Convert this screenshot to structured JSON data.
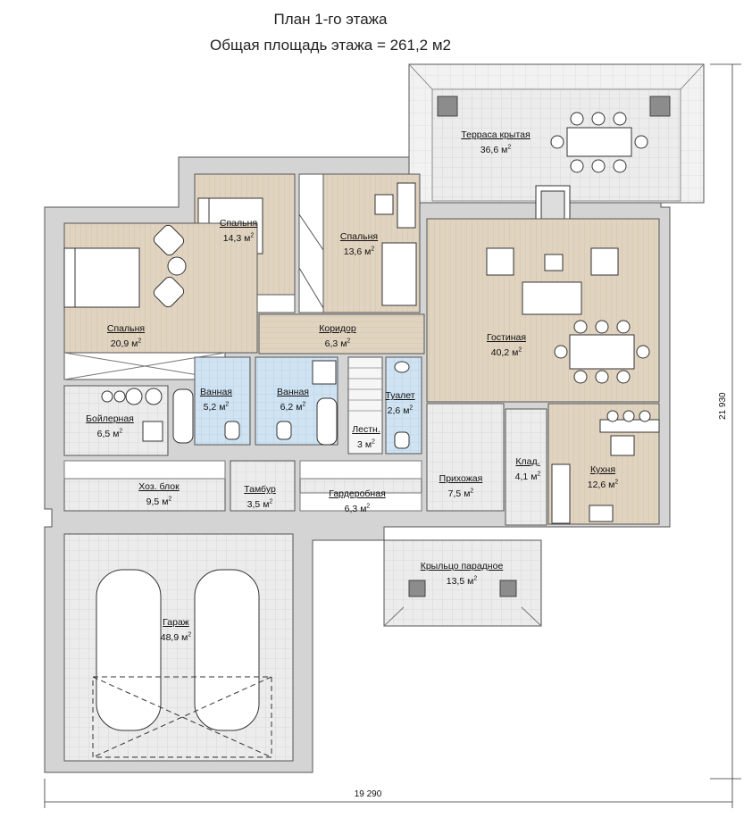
{
  "title": "План 1-го этажа",
  "subtitle": "Общая площадь этажа = 261,2 м2",
  "dimensions": {
    "width": "19 290",
    "height": "21 930"
  },
  "area_unit_base": "м",
  "area_unit_exp": "2",
  "rooms": [
    {
      "id": "terrace",
      "name": "Терраса крытая",
      "area": "36,6"
    },
    {
      "id": "bedroom1",
      "name": "Спальня",
      "area": "14,3"
    },
    {
      "id": "bedroom2",
      "name": "Спальня",
      "area": "13,6"
    },
    {
      "id": "bedroom3",
      "name": "Спальня",
      "area": "20,9"
    },
    {
      "id": "corridor",
      "name": "Коридор",
      "area": "6,3"
    },
    {
      "id": "living",
      "name": "Гостиная",
      "area": "40,2"
    },
    {
      "id": "bath1",
      "name": "Ванная",
      "area": "5,2"
    },
    {
      "id": "bath2",
      "name": "Ванная",
      "area": "6,2"
    },
    {
      "id": "toilet",
      "name": "Туалет",
      "area": "2,6"
    },
    {
      "id": "stairs",
      "name": "Лестн.",
      "area": "3"
    },
    {
      "id": "boiler",
      "name": "Бойлерная",
      "area": "6,5"
    },
    {
      "id": "pantry",
      "name": "Клад.",
      "area": "4,1"
    },
    {
      "id": "kitchen",
      "name": "Кухня",
      "area": "12,6"
    },
    {
      "id": "hall",
      "name": "Прихожая",
      "area": "7,5"
    },
    {
      "id": "utility",
      "name": "Хоз. блок",
      "area": "9,5"
    },
    {
      "id": "vestibule",
      "name": "Тамбур",
      "area": "3,5"
    },
    {
      "id": "wardrobe",
      "name": "Гардеробная",
      "area": "6,3"
    },
    {
      "id": "porch",
      "name": "Крыльцо парадное",
      "area": "13,5"
    },
    {
      "id": "garage",
      "name": "Гараж",
      "area": "48,9"
    }
  ],
  "colors": {
    "wall": "#d4d4d4",
    "wall_stroke": "#555555",
    "wood": "#e0d3bf",
    "tile_blue": "#cfe3f2",
    "tile_grey": "#ececec",
    "grid": "#c9c9c9",
    "line": "#333333"
  }
}
